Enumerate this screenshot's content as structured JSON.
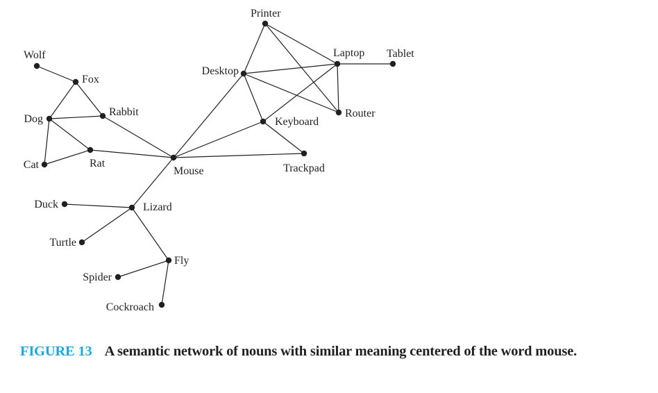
{
  "figure": {
    "label": "FIGURE 13",
    "caption": "A semantic network of nouns with similar meaning centered of the word mouse.",
    "label_color": "#1ba8e0"
  },
  "graph": {
    "center": "Mouse",
    "nodes": [
      {
        "id": "Wolf",
        "label": "Wolf"
      },
      {
        "id": "Fox",
        "label": "Fox"
      },
      {
        "id": "Dog",
        "label": "Dog"
      },
      {
        "id": "Rabbit",
        "label": "Rabbit"
      },
      {
        "id": "Rat",
        "label": "Rat"
      },
      {
        "id": "Cat",
        "label": "Cat"
      },
      {
        "id": "Mouse",
        "label": "Mouse"
      },
      {
        "id": "Printer",
        "label": "Printer"
      },
      {
        "id": "Desktop",
        "label": "Desktop"
      },
      {
        "id": "Laptop",
        "label": "Laptop"
      },
      {
        "id": "Tablet",
        "label": "Tablet"
      },
      {
        "id": "Router",
        "label": "Router"
      },
      {
        "id": "Keyboard",
        "label": "Keyboard"
      },
      {
        "id": "Trackpad",
        "label": "Trackpad"
      },
      {
        "id": "Duck",
        "label": "Duck"
      },
      {
        "id": "Lizard",
        "label": "Lizard"
      },
      {
        "id": "Turtle",
        "label": "Turtle"
      },
      {
        "id": "Fly",
        "label": "Fly"
      },
      {
        "id": "Spider",
        "label": "Spider"
      },
      {
        "id": "Cockroach",
        "label": "Cockroach"
      }
    ],
    "edges": [
      [
        "Wolf",
        "Fox"
      ],
      [
        "Fox",
        "Dog"
      ],
      [
        "Fox",
        "Rabbit"
      ],
      [
        "Dog",
        "Rabbit"
      ],
      [
        "Dog",
        "Rat"
      ],
      [
        "Dog",
        "Cat"
      ],
      [
        "Cat",
        "Rat"
      ],
      [
        "Rabbit",
        "Mouse"
      ],
      [
        "Rat",
        "Mouse"
      ],
      [
        "Mouse",
        "Desktop"
      ],
      [
        "Mouse",
        "Keyboard"
      ],
      [
        "Mouse",
        "Trackpad"
      ],
      [
        "Mouse",
        "Lizard"
      ],
      [
        "Printer",
        "Desktop"
      ],
      [
        "Printer",
        "Laptop"
      ],
      [
        "Printer",
        "Router"
      ],
      [
        "Desktop",
        "Laptop"
      ],
      [
        "Desktop",
        "Router"
      ],
      [
        "Desktop",
        "Keyboard"
      ],
      [
        "Laptop",
        "Tablet"
      ],
      [
        "Laptop",
        "Router"
      ],
      [
        "Laptop",
        "Keyboard"
      ],
      [
        "Keyboard",
        "Trackpad"
      ],
      [
        "Lizard",
        "Duck"
      ],
      [
        "Lizard",
        "Turtle"
      ],
      [
        "Lizard",
        "Fly"
      ],
      [
        "Fly",
        "Spider"
      ],
      [
        "Fly",
        "Cockroach"
      ]
    ]
  }
}
